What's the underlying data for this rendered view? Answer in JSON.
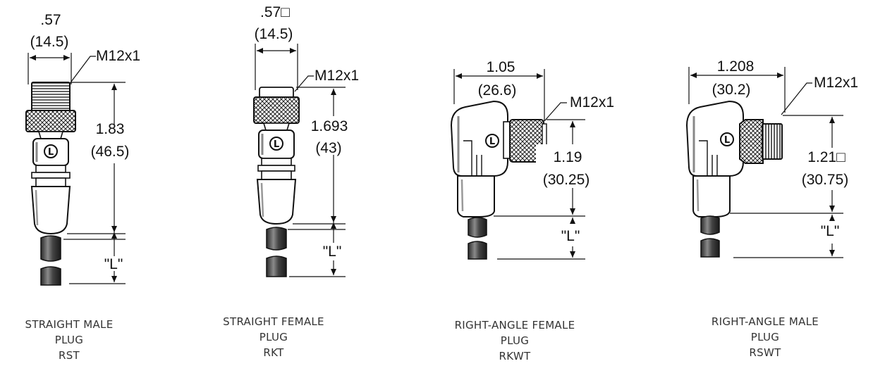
{
  "connectors": [
    {
      "name_lines": [
        "STRAIGHT MALE",
        "PLUG",
        "RST"
      ],
      "width_in": ".57",
      "width_mm": "(14.5)",
      "thread": "M12x1",
      "length_in": "1.83",
      "length_mm": "(46.5)",
      "cable_label": "\"L\""
    },
    {
      "name_lines": [
        "STRAIGHT FEMALE",
        "PLUG",
        "RKT"
      ],
      "width_in": ".57□",
      "width_mm": "(14.5)",
      "thread": "M12x1",
      "length_in": "1.693",
      "length_mm": "(43)",
      "cable_label": "\"L\""
    },
    {
      "name_lines": [
        "RIGHT-ANGLE  FEMALE",
        "PLUG",
        "RKWT"
      ],
      "width_in": "1.05",
      "width_mm": "(26.6)",
      "thread": "M12x1",
      "length_in": "1.19",
      "length_mm": "(30.25)",
      "cable_label": "\"L\""
    },
    {
      "name_lines": [
        "RIGHT-ANGLE  MALE",
        "PLUG",
        "RSWT"
      ],
      "width_in": "1.208",
      "width_mm": "(30.2)",
      "thread": "M12x1",
      "length_in": "1.21□",
      "length_mm": "(30.75)",
      "cable_label": "\"L\""
    }
  ],
  "logo_glyph": "L"
}
